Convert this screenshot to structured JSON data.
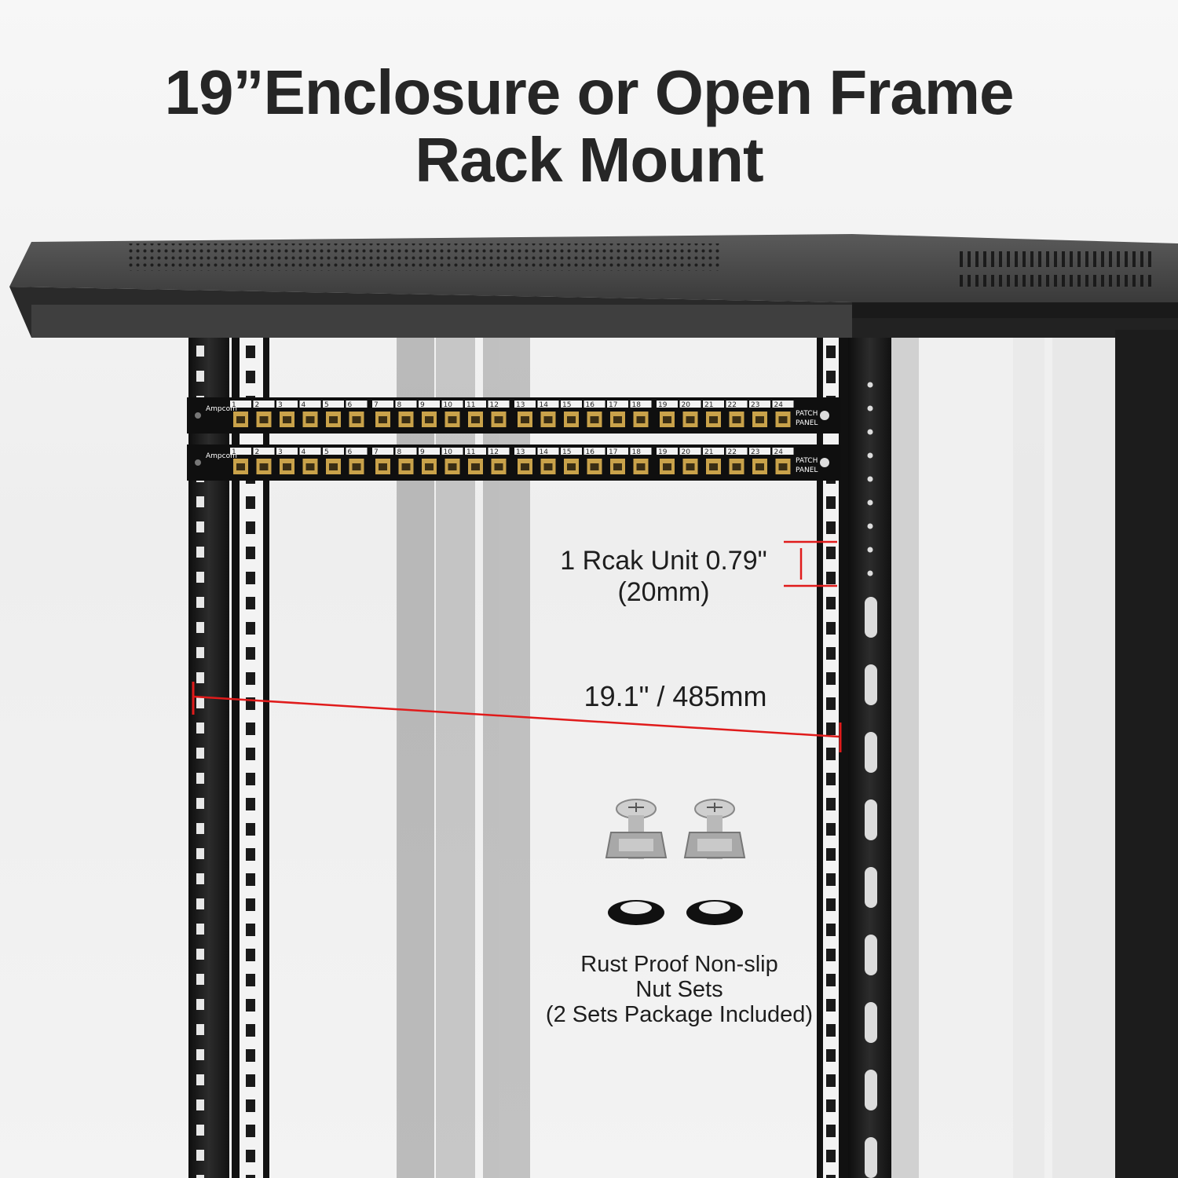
{
  "title": {
    "line1": "19”Enclosure or Open Frame",
    "line2": "Rack Mount"
  },
  "patch_panel": {
    "brand": "Ampcom",
    "label_line1": "PATCH",
    "label_line2": "PANEL",
    "port_numbers": [
      "1",
      "2",
      "3",
      "4",
      "5",
      "6",
      "7",
      "8",
      "9",
      "10",
      "11",
      "12",
      "13",
      "14",
      "15",
      "16",
      "17",
      "18",
      "19",
      "20",
      "21",
      "22",
      "23",
      "24"
    ]
  },
  "dimensions": {
    "rack_unit_line1": "1 Rcak Unit 0.79\"",
    "rack_unit_line2": "(20mm)",
    "width": "19.1\" / 485mm"
  },
  "nut_sets": {
    "caption_line1": "Rust Proof Non-slip",
    "caption_line2": "Nut Sets",
    "caption_line3": "(2 Sets Package Included)"
  },
  "colors": {
    "dimension_line": "#e01b1b",
    "rack_metal": "#1c1c1c",
    "port_gold": "#c9a24a"
  }
}
